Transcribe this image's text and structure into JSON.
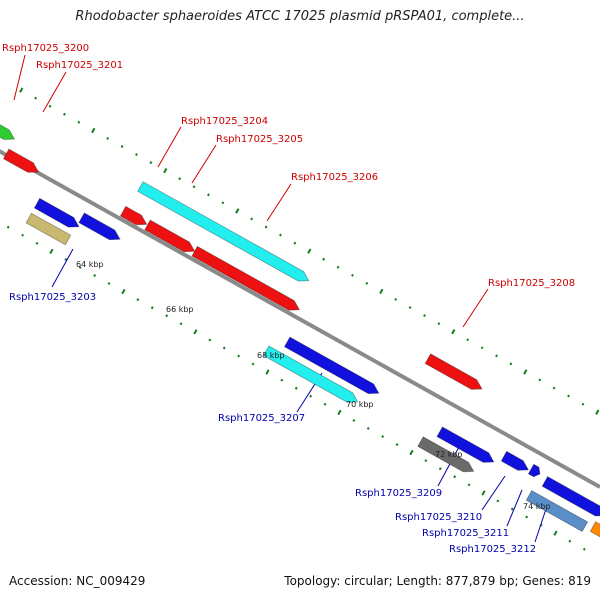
{
  "title": "Rhodobacter sphaeroides ATCC 17025 plasmid pRSPA01, complete...",
  "footer": {
    "accession": "Accession: NC_009429",
    "summary": "Topology: circular; Length: 877,879 bp; Genes: 819"
  },
  "colors": {
    "backbone": "#8c8c8c",
    "tick": "#1a7a1a",
    "upper_label": "#cc0000",
    "lower_label": "#0000aa"
  },
  "scale_labels": [
    "64 kbp",
    "66 kbp",
    "68 kbp",
    "70 kbp",
    "72 kbp",
    "74 kbp"
  ],
  "upper_gene_labels": [
    "Rsph17025_3200",
    "Rsph17025_3201",
    "Rsph17025_3204",
    "Rsph17025_3205",
    "Rsph17025_3206",
    "Rsph17025_3208"
  ],
  "lower_gene_labels": [
    "Rsph17025_3203",
    "Rsph17025_3207",
    "Rsph17025_3209",
    "Rsph17025_3210",
    "Rsph17025_3211",
    "Rsph17025_3212"
  ],
  "feature_colors": [
    {
      "name": "green",
      "hex": "#2ecc2e"
    },
    {
      "name": "red",
      "hex": "#ee1111"
    },
    {
      "name": "cyan",
      "hex": "#22eeee"
    },
    {
      "name": "blue",
      "hex": "#1111dd"
    },
    {
      "name": "khaki",
      "hex": "#c8b870"
    },
    {
      "name": "gray",
      "hex": "#6a6a6a"
    },
    {
      "name": "steelblue",
      "hex": "#5a8ec8"
    },
    {
      "name": "orange",
      "hex": "#ff8800"
    }
  ]
}
